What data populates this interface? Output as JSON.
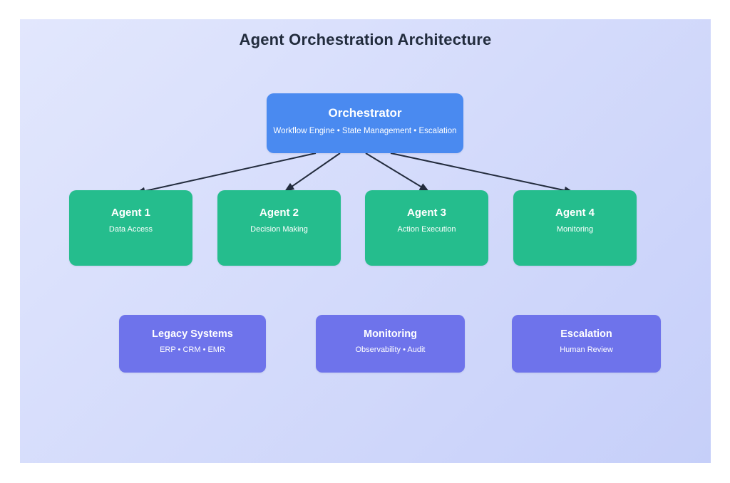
{
  "title": "Agent Orchestration Architecture",
  "colors": {
    "canvas_gradient_start": "#e2e7fd",
    "canvas_gradient_end": "#c6cff9",
    "orchestrator": "#4a8af0",
    "agent": "#25bd8d",
    "system": "#6e73eb",
    "arrow": "#232c3d",
    "title_text": "#222c3d",
    "node_text": "#ffffff"
  },
  "orchestrator": {
    "label": "Orchestrator",
    "sublabel": "Workflow Engine • State Management • Escalation"
  },
  "agents": [
    {
      "label": "Agent 1",
      "sublabel": "Data Access"
    },
    {
      "label": "Agent 2",
      "sublabel": "Decision Making"
    },
    {
      "label": "Agent 3",
      "sublabel": "Action Execution"
    },
    {
      "label": "Agent 4",
      "sublabel": "Monitoring"
    }
  ],
  "systems": [
    {
      "label": "Legacy Systems",
      "sublabel": "ERP • CRM • EMR"
    },
    {
      "label": "Monitoring",
      "sublabel": "Observability • Audit"
    },
    {
      "label": "Escalation",
      "sublabel": "Human Review"
    }
  ]
}
